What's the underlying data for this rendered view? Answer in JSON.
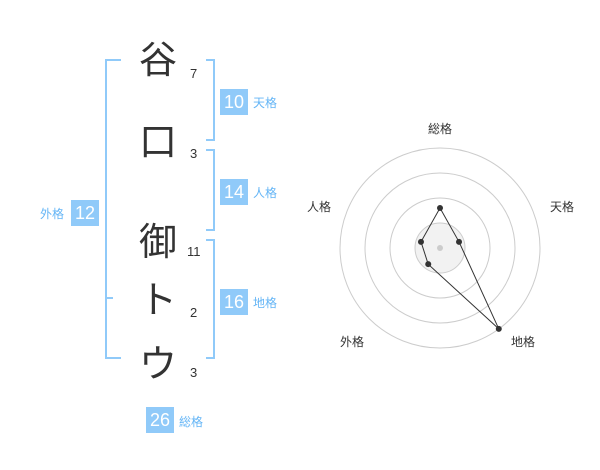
{
  "name": {
    "chars": [
      {
        "char": "谷",
        "strokes": "7"
      },
      {
        "char": "口",
        "strokes": "3"
      },
      {
        "char": "御",
        "strokes": "11"
      },
      {
        "char": "ト",
        "strokes": "2"
      },
      {
        "char": "ウ",
        "strokes": "3"
      }
    ]
  },
  "fortune": {
    "tenkaku": {
      "value": "10",
      "label": "天格"
    },
    "jinkaku": {
      "value": "14",
      "label": "人格"
    },
    "chikaku": {
      "value": "16",
      "label": "地格"
    },
    "gaikaku": {
      "value": "12",
      "label": "外格"
    },
    "soukaku": {
      "value": "26",
      "label": "総格"
    }
  },
  "colors": {
    "accent": "#90caf9",
    "bracket": "#90caf9",
    "label": "#64b5f6",
    "text": "#333333"
  },
  "chart_data": {
    "type": "radar",
    "axes": [
      "総格",
      "天格",
      "地格",
      "外格",
      "人格"
    ],
    "values": [
      2,
      1,
      5,
      1,
      1
    ],
    "max": 5,
    "rings": 4
  }
}
